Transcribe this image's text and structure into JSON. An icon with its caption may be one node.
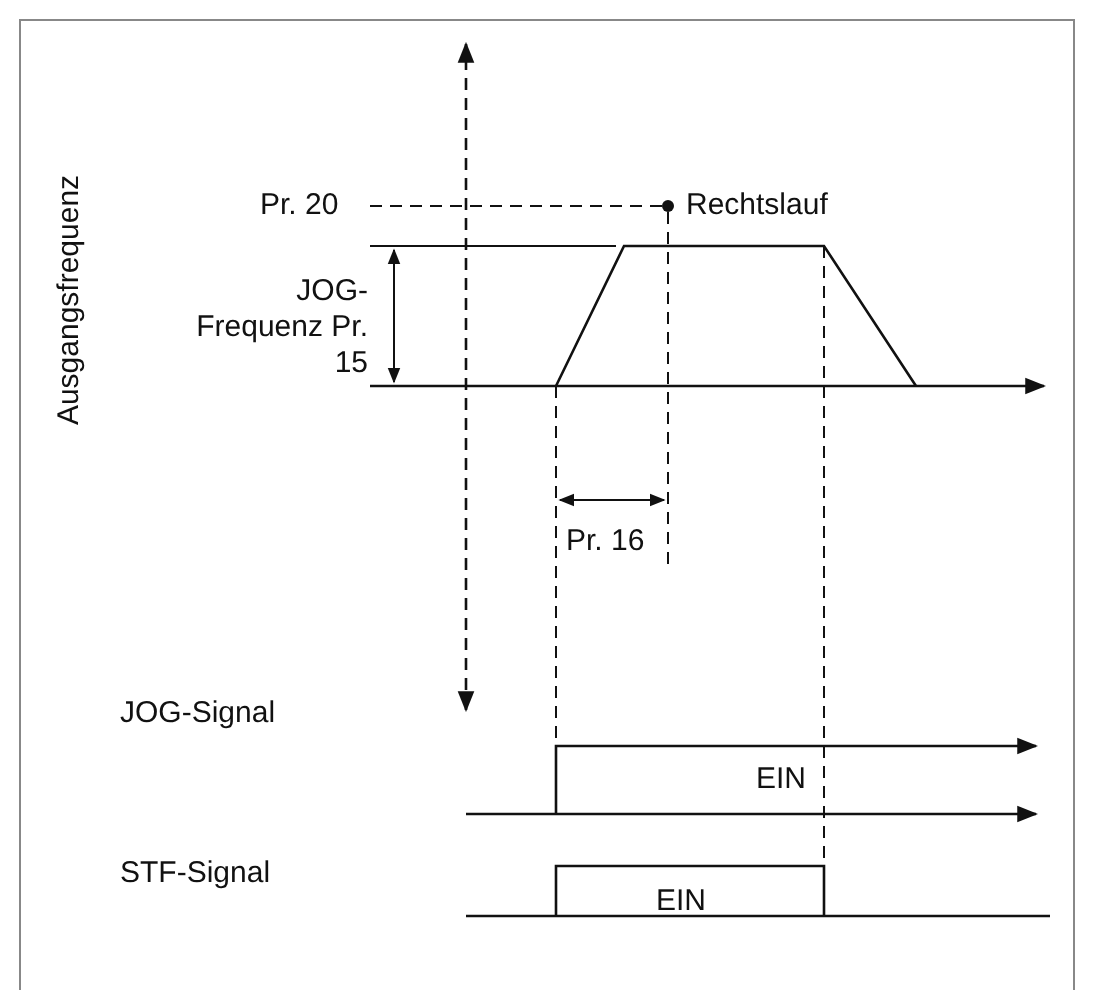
{
  "diagram": {
    "labels": [
      "Pr. 20",
      "Rechtslauf",
      "JOG-Frequenz Pr. 15",
      "Ausgangsfrequenz",
      "Pr. 16",
      "JOG-Signal",
      "EIN",
      "STF-Signal",
      "EIN"
    ]
  }
}
